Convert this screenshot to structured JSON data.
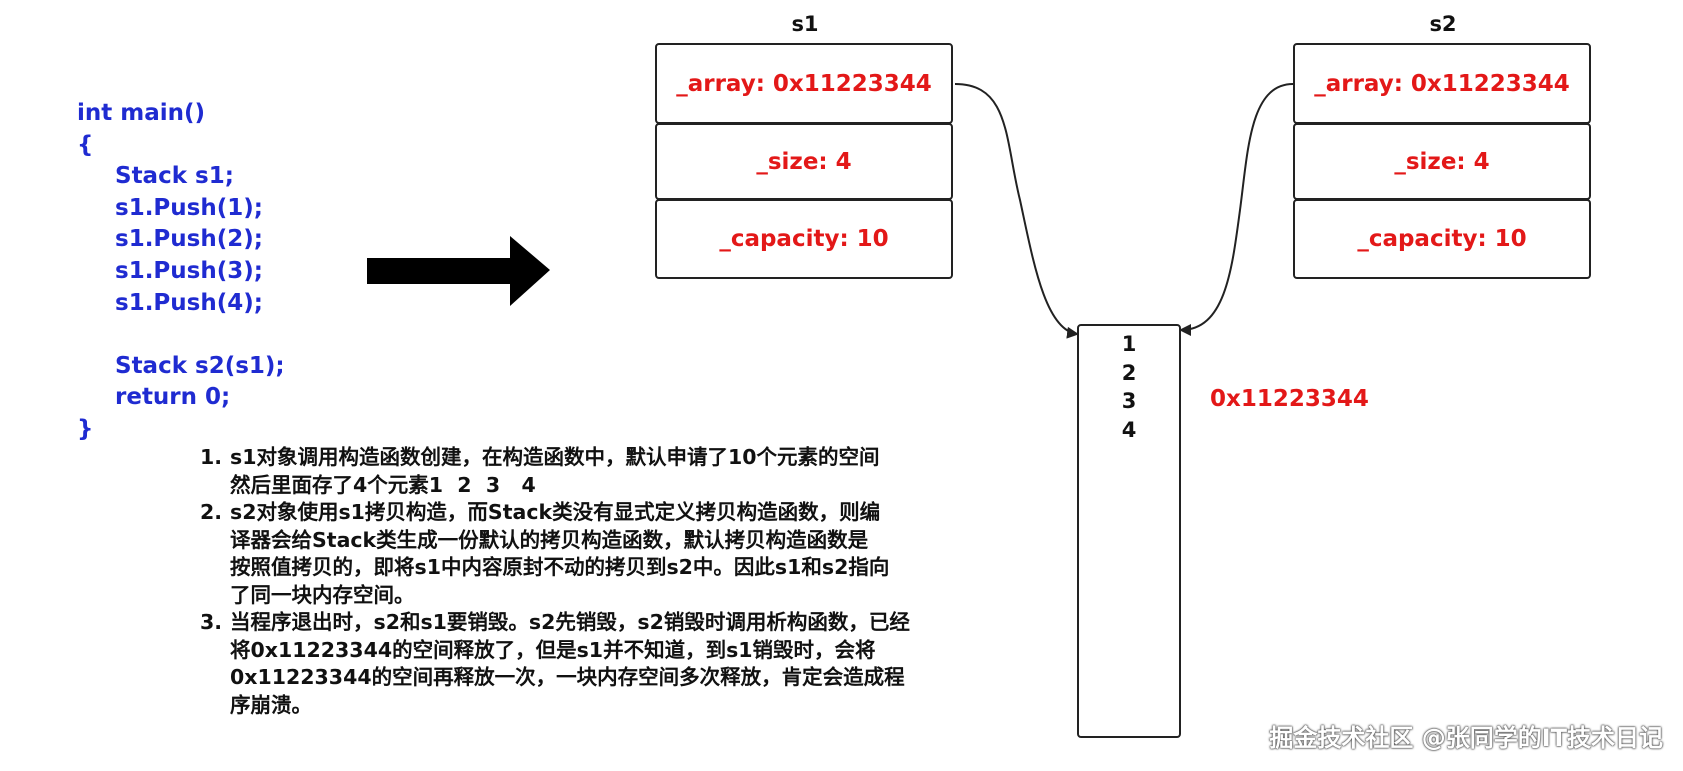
{
  "code": {
    "lines": [
      "int main()",
      "{",
      "Stack s1;",
      "s1.Push(1);",
      "s1.Push(2);",
      "s1.Push(3);",
      "s1.Push(4);",
      "",
      "Stack s2(s1);",
      "return 0;",
      "}"
    ]
  },
  "s1": {
    "label": "s1",
    "array": "_array: 0x11223344",
    "size": "_size: 4",
    "capacity": "_capacity: 10"
  },
  "s2": {
    "label": "s2",
    "array": "_array: 0x11223344",
    "size": "_size: 4",
    "capacity": "_capacity: 10"
  },
  "memory": {
    "values": [
      "1",
      "2",
      "3",
      "4"
    ],
    "address": "0x11223344"
  },
  "notes": [
    {
      "num": "1.",
      "lines": [
        "s1对象调用构造函数创建，在构造函数中，默认申请了10个元素的空间",
        "然后里面存了4个元素1  2  3   4"
      ]
    },
    {
      "num": "2.",
      "lines": [
        "s2对象使用s1拷贝构造，而Stack类没有显式定义拷贝构造函数，则编",
        "译器会给Stack类生成一份默认的拷贝构造函数，默认拷贝构造函数是",
        "按照值拷贝的，即将s1中内容原封不动的拷贝到s2中。因此s1和s2指向",
        "了同一块内存空间。"
      ]
    },
    {
      "num": "3.",
      "lines": [
        "当程序退出时，s2和s1要销毁。s2先销毁，s2销毁时调用析构函数，已经",
        "将0x11223344的空间释放了，但是s1并不知道，到s1销毁时，会将",
        "0x11223344的空间再释放一次，一块内存空间多次释放，肯定会造成程",
        "序崩溃。"
      ]
    }
  ],
  "watermark": "掘金技术社区 @张同学的IT技术日记",
  "colors": {
    "code": "#1f2bd1",
    "field": "#e31818",
    "text": "#111111"
  }
}
